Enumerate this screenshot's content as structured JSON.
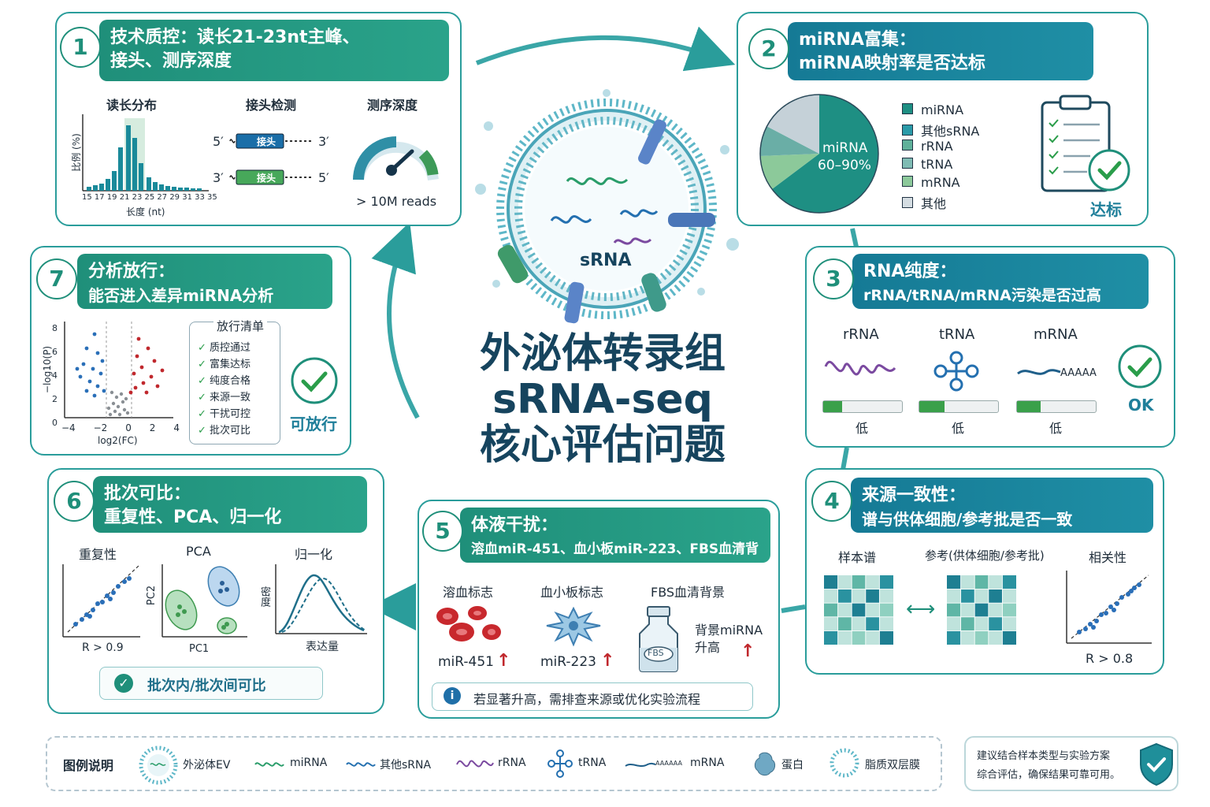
{
  "center": {
    "line1": "外泌体转录组",
    "line2": "sRNA-seq",
    "line3": "核心评估问题",
    "vesicle_label": "sRNA"
  },
  "c1": {
    "num": "1",
    "title1": "技术质控：读长21-23nt主峰、",
    "title2": "接头、测序深度",
    "sub_len": "读长分布",
    "sub_adapter": "接头检测",
    "sub_depth": "测序深度",
    "ylabel": "比例 (%)",
    "xlabel": "长度 (nt)",
    "xticks": "15 17 19 21 23 25 27 29 31 33 35",
    "adapter": "接头",
    "p5": "5′",
    "p3": "3′",
    "depth": "> 10M reads"
  },
  "c2": {
    "num": "2",
    "title1": "miRNA富集：",
    "title2": "miRNA映射率是否达标",
    "pie_label1": "miRNA",
    "pie_label2": "60–90%",
    "legend": [
      "miRNA",
      "其他sRNA",
      "rRNA",
      "tRNA",
      "mRNA",
      "其他"
    ],
    "status": "达标"
  },
  "c3": {
    "num": "3",
    "title1": "RNA纯度：",
    "title2": "rRNA/tRNA/mRNA污染是否过高",
    "types": [
      "rRNA",
      "tRNA",
      "mRNA"
    ],
    "level": "低",
    "polyA": "AAAAA",
    "status": "OK"
  },
  "c4": {
    "num": "4",
    "title1": "来源一致性：",
    "title2": "谱与供体细胞/参考批是否一致",
    "sample": "样本谱",
    "reference": "参考(供体细胞/参考批)",
    "corr": "相关性",
    "r": "R > 0.8"
  },
  "c5": {
    "num": "5",
    "title1": "体液干扰：",
    "title2": "溶血miR-451、血小板miR-223、FBS血清背景",
    "hemo": "溶血标志",
    "platelet": "血小板标志",
    "fbs": "FBS血清背景",
    "mir451": "miR-451",
    "mir223": "miR-223",
    "bg1": "背景miRNA",
    "bg2": "升高",
    "fbs_label": "FBS",
    "note": "若显著升高，需排查来源或优化实验流程",
    "up": "↑"
  },
  "c6": {
    "num": "6",
    "title1": "批次可比：",
    "title2": "重复性、PCA、归一化",
    "rep": "重复性",
    "pca": "PCA",
    "norm": "归一化",
    "r": "R > 0.9",
    "pc1": "PC1",
    "pc2": "PC2",
    "density": "密度",
    "expr": "表达量",
    "status": "批次内/批次间可比"
  },
  "c7": {
    "num": "7",
    "title1": "分析放行：",
    "title2": "能否进入差异miRNA分析",
    "ylabel": "−log10(P)",
    "xlabel": "log2(FC)",
    "yticks": [
      "8",
      "6",
      "4",
      "2",
      "0"
    ],
    "xticks": [
      "−4",
      "−2",
      "0",
      "2",
      "4"
    ],
    "checklist_title": "放行清单",
    "checklist": [
      "质控通过",
      "富集达标",
      "纯度合格",
      "来源一致",
      "干扰可控",
      "批次可比"
    ],
    "status": "可放行"
  },
  "legend": {
    "title": "图例说明",
    "items": [
      "外泌体EV",
      "miRNA",
      "其他sRNA",
      "rRNA",
      "tRNA",
      "mRNA",
      "蛋白",
      "脂质双层膜"
    ],
    "polyA": "AAAAAA"
  },
  "tip": {
    "line1": "建议结合样本类型与实验方案",
    "line2": "综合评估，确保结果可靠可用。"
  },
  "colors": {
    "teal": "#1f8f7a",
    "blue": "#157a95",
    "red": "#c0282d",
    "green": "#2a9d4a"
  }
}
